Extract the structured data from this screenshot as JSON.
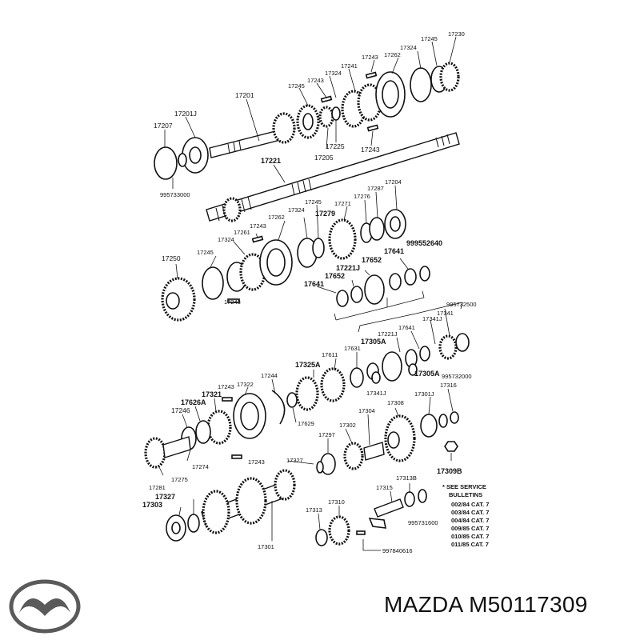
{
  "title": "MAZDA M50117309",
  "brand": {
    "name": "MAZDA",
    "part_number": "M50117309"
  },
  "service_note": {
    "header": [
      "* SEE SERVICE",
      "BULLETINS"
    ],
    "lines": [
      "002/84 CAT. 7",
      "003/84 CAT. 7",
      "004/84 CAT. 7",
      "009/85 CAT. 7",
      "010/85 CAT. 7",
      "011/85 CAT. 7"
    ]
  },
  "callouts": [
    "17230",
    "17245",
    "17324",
    "17262",
    "17243",
    "17241",
    "17324",
    "17243",
    "17245",
    "17201",
    "17201J",
    "17207",
    "995733000",
    "17205",
    "17225",
    "17243",
    "17221",
    "17204",
    "17287",
    "17276",
    "17245",
    "17271",
    "17324",
    "17279",
    "17262",
    "17243",
    "17261",
    "17324",
    "17245",
    "17250",
    "999552640",
    "17641",
    "17652",
    "17221J",
    "17652",
    "17641",
    "17243",
    "995732500",
    "17341",
    "17341J",
    "17641",
    "17221J",
    "17305A",
    "17631",
    "17611",
    "17325A",
    "17244",
    "17322",
    "17243",
    "17321",
    "17626A",
    "17246",
    "17341J",
    "17305A",
    "995732000",
    "17316",
    "17301J",
    "17308",
    "17304",
    "17302",
    "17629",
    "17297",
    "17274",
    "17275",
    "17281",
    "17243",
    "17327",
    "17309B",
    "17327",
    "17303",
    "17315",
    "17313B",
    "17310",
    "17313",
    "995731600",
    "997840616",
    "17301"
  ]
}
